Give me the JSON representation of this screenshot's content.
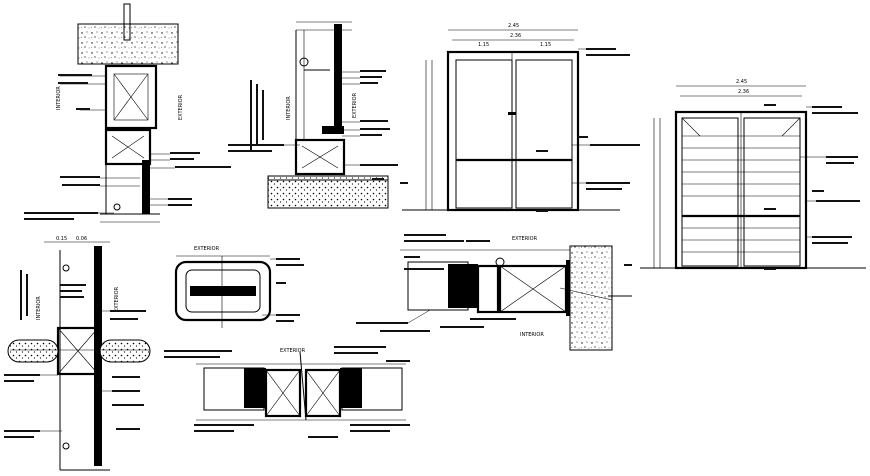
{
  "drawing": {
    "sheet_background": "#ffffff",
    "line_color": "#000000"
  },
  "labels": {
    "interior": "INTERIOR",
    "exterior": "EXTERIOR",
    "dims": {
      "d245": "2.45",
      "d236": "2.36",
      "d1": "1.15",
      "d2": "1.15",
      "d3": "0.15",
      "d4": "0.06"
    }
  }
}
